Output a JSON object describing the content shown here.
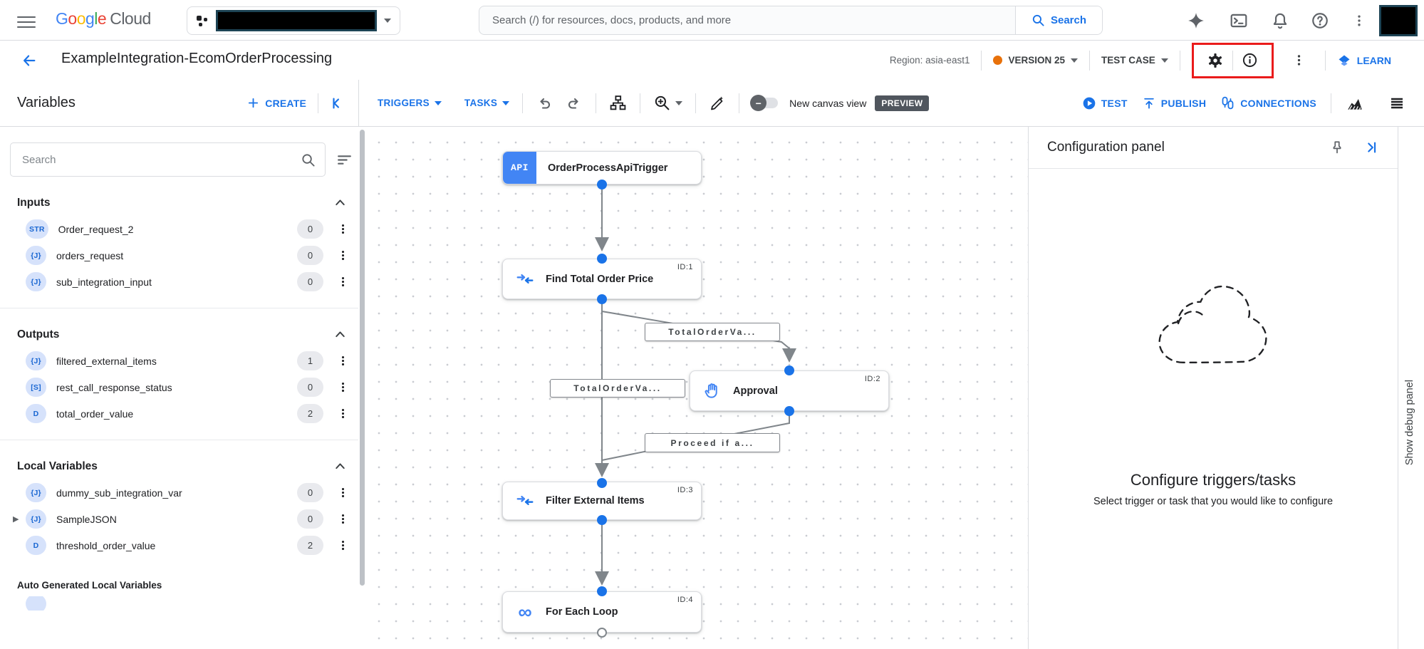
{
  "topbar": {
    "brand": {
      "letters": [
        "G",
        "o",
        "o",
        "g",
        "l",
        "e"
      ],
      "suffix": "Cloud"
    },
    "search": {
      "placeholder": "Search (/) for resources, docs, products, and more",
      "button_label": "Search"
    }
  },
  "header": {
    "title": "ExampleIntegration-EcomOrderProcessing",
    "region_label": "Region: asia-east1",
    "version_label": "VERSION 25",
    "test_case_label": "TEST CASE",
    "learn_label": "LEARN"
  },
  "toolbar": {
    "variables_title": "Variables",
    "create_label": "CREATE",
    "triggers_label": "TRIGGERS",
    "tasks_label": "TASKS",
    "new_canvas_label": "New canvas view",
    "preview_badge": "PREVIEW",
    "test_label": "TEST",
    "publish_label": "PUBLISH",
    "connections_label": "CONNECTIONS"
  },
  "sidebar": {
    "search_placeholder": "Search",
    "sections": [
      {
        "title": "Inputs",
        "items": [
          {
            "type": "STR",
            "name": "Order_request_2",
            "count": "0"
          },
          {
            "type": "{J}",
            "name": "orders_request",
            "count": "0"
          },
          {
            "type": "{J}",
            "name": "sub_integration_input",
            "count": "0"
          }
        ]
      },
      {
        "title": "Outputs",
        "items": [
          {
            "type": "{J}",
            "name": "filtered_external_items",
            "count": "1"
          },
          {
            "type": "[S]",
            "name": "rest_call_response_status",
            "count": "0"
          },
          {
            "type": "D",
            "name": "total_order_value",
            "count": "2"
          }
        ]
      },
      {
        "title": "Local Variables",
        "items": [
          {
            "type": "{J}",
            "name": "dummy_sub_integration_var",
            "count": "0"
          },
          {
            "type": "{J}",
            "name": "SampleJSON",
            "count": "0",
            "expander": "▶"
          },
          {
            "type": "D",
            "name": "threshold_order_value",
            "count": "2"
          }
        ]
      },
      {
        "title": "Auto Generated Local Variables",
        "items": []
      }
    ]
  },
  "canvas": {
    "nodes": [
      {
        "label": "OrderProcessApiTrigger",
        "icon": "api-trigger-icon",
        "id": ""
      },
      {
        "label": "Find Total Order Price",
        "icon": "data-mapping-icon",
        "id": "ID:1"
      },
      {
        "label": "Approval",
        "icon": "approval-hand-icon",
        "id": "ID:2"
      },
      {
        "label": "Filter External Items",
        "icon": "data-mapping-icon",
        "id": "ID:3"
      },
      {
        "label": "For Each Loop",
        "icon": "loop-icon",
        "id": "ID:4"
      }
    ],
    "edge_labels": [
      "TotalOrderVa...",
      "TotalOrderVa...",
      "Proceed if a..."
    ]
  },
  "config_panel": {
    "title": "Configuration panel",
    "empty_title": "Configure triggers/tasks",
    "empty_subtitle": "Select trigger or task that you would like to configure"
  },
  "debug_strip": {
    "label": "Show debug panel"
  }
}
